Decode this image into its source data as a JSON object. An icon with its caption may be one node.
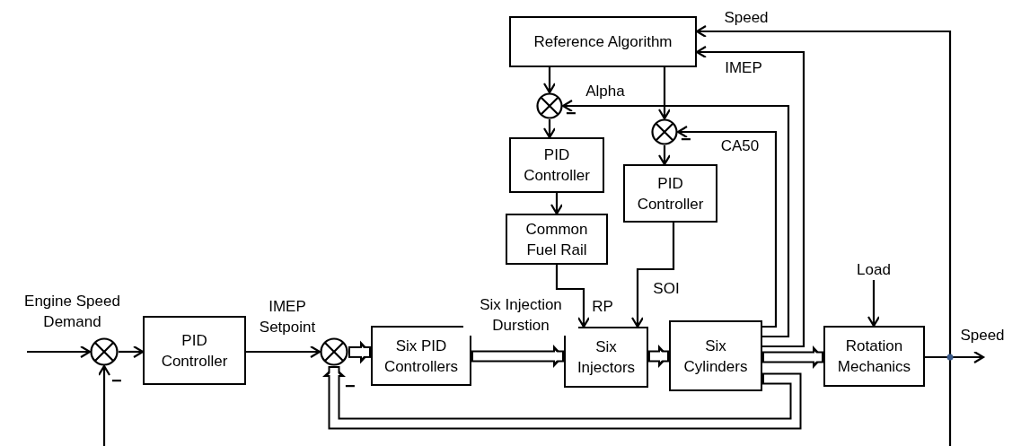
{
  "diagram": {
    "nodes": [
      {
        "text": [],
        "shape": "circle",
        "beside": [
          "−"
        ]
      },
      {
        "text": [
          "PID Controller"
        ]
      },
      {
        "text": [],
        "shape": "circle",
        "beside": [
          "−"
        ]
      },
      {
        "text": [
          "Six PID Controllers"
        ]
      },
      {
        "text": [
          "Six Injectors"
        ]
      },
      {
        "text": [
          "Six Cylinders"
        ]
      },
      {
        "text": [
          "Rotation Mechanics"
        ]
      },
      {
        "text": [
          "Reference Algorithm"
        ]
      },
      {
        "text": [],
        "shape": "circle",
        "beside": [
          "−"
        ]
      },
      {
        "text": [],
        "shape": "circle",
        "beside": [
          "−"
        ]
      },
      {
        "text": [
          "PID Controller"
        ]
      },
      {
        "text": [
          "Common Fuel Rail"
        ]
      },
      {
        "text": [
          "PID Controller"
        ]
      },
      {
        "text": [
          "Load"
        ]
      }
    ],
    "edges": [
      {
        "from": null,
        "to": 0,
        "arrow": "to",
        "label": "Engine Speed Demand"
      },
      {
        "from": 0,
        "to": 1,
        "arrow": "to"
      },
      {
        "from": 1,
        "to": 2,
        "arrow": "to",
        "label": "IMEP Setpoint"
      },
      {
        "from": 2,
        "to": 3,
        "arrow": "to",
        "style": "thick"
      },
      {
        "from": 3,
        "to": 4,
        "arrow": "to",
        "style": "thick",
        "label": "Six Injection Durstion"
      },
      {
        "from": 11,
        "to": 4,
        "arrow": "to",
        "label": "RP"
      },
      {
        "from": 12,
        "to": 4,
        "arrow": "to",
        "label": "SOI"
      },
      {
        "from": 4,
        "to": 5,
        "arrow": "to",
        "style": "thick"
      },
      {
        "from": 5,
        "to": 6,
        "arrow": "to",
        "style": "thick"
      },
      {
        "from": 5,
        "to": 2,
        "arrow": "to",
        "style": "thick"
      },
      {
        "from": 5,
        "to": 7,
        "arrow": "to",
        "label": "IMEP"
      },
      {
        "from": 5,
        "to": 8,
        "arrow": "to",
        "label": "Alpha"
      },
      {
        "from": 5,
        "to": 9,
        "arrow": "to",
        "label": "CA50"
      },
      {
        "from": 7,
        "to": 8,
        "arrow": "to"
      },
      {
        "from": 7,
        "to": 9,
        "arrow": "to"
      },
      {
        "from": 8,
        "to": 10,
        "arrow": "to"
      },
      {
        "from": 9,
        "to": 12,
        "arrow": "to"
      },
      {
        "from": 10,
        "to": 11,
        "arrow": "to"
      },
      {
        "from": 13,
        "to": 6,
        "arrow": "to"
      },
      {
        "from": 6,
        "to": null,
        "arrow": "to",
        "label": "Speed"
      },
      {
        "from": 6,
        "to": 7,
        "arrow": "to",
        "label": "Speed"
      },
      {
        "from": 6,
        "to": 0,
        "arrow": "to"
      }
    ]
  }
}
